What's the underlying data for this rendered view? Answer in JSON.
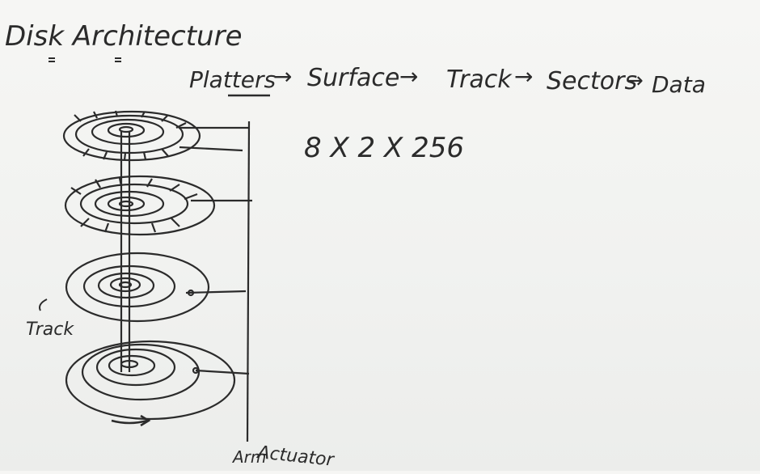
{
  "title": "Disk Architecture",
  "flow": {
    "items": [
      "Platters",
      "Surface",
      "Track",
      "Sectors",
      "Data"
    ],
    "arrow": "→"
  },
  "formula": "8 X 2 X 256",
  "labels": {
    "track": "Track",
    "actuator": "Actuator",
    "arm": "Arm"
  },
  "colors": {
    "ink": "#2b2b2b",
    "board": "#f3f4f2"
  },
  "diagram": {
    "platter_count": 4,
    "rotation_icon": "rotation-arrow-icon"
  }
}
